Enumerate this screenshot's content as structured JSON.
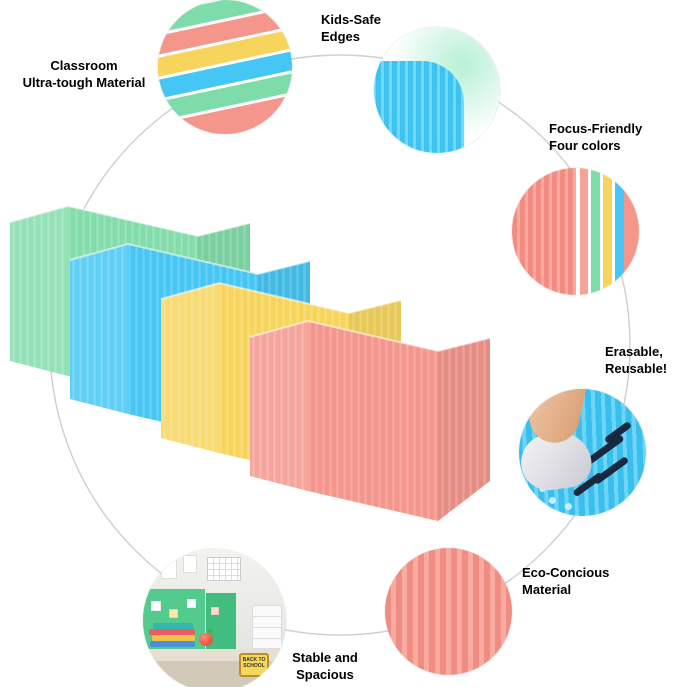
{
  "product": {
    "colors": {
      "green": "#82dcab",
      "blue": "#45c6f4",
      "yellow": "#f7d55d",
      "pink": "#f5968c"
    }
  },
  "callouts": {
    "ultra_tough": {
      "label": "Classroom\nUltra-tough Material"
    },
    "kids_safe": {
      "label": "Kids-Safe\nEdges"
    },
    "focus": {
      "label": "Focus-Friendly\nFour colors"
    },
    "erasable": {
      "label": "Erasable,\nReusable!"
    },
    "eco": {
      "label": "Eco-Concious\nMaterial"
    },
    "stable": {
      "label": "Stable and\nSpacious"
    }
  },
  "scene": {
    "sign_text": "BACK TO\nSCHOOL"
  }
}
